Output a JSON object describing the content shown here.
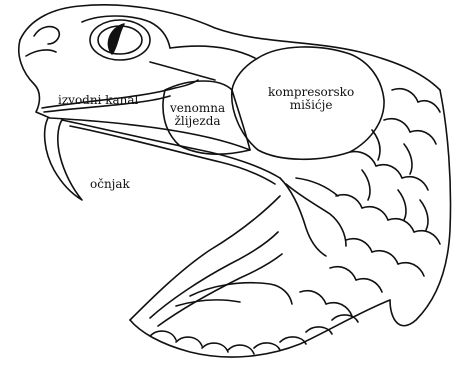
{
  "labels": {
    "duct": "izvodni kanal",
    "gland_line1": "venomna",
    "gland_line2": "žlijezda",
    "muscle_line1": "kompresorsko",
    "muscle_line2": "mišićje",
    "fang": "očnjak"
  },
  "colors": {
    "ink": "#111111",
    "background": "#ffffff"
  }
}
